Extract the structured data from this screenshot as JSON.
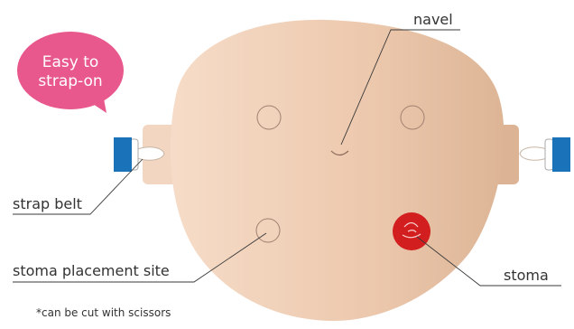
{
  "bubble": {
    "line1": "Easy to",
    "line2": "strap-on"
  },
  "labels": {
    "navel": "navel",
    "strap_belt": "strap belt",
    "stoma_placement_site": "stoma placement site",
    "stoma": "stoma"
  },
  "footnote": "*can be cut with scissors",
  "colors": {
    "body_left": "#f6dcc8",
    "body_right": "#ddb596",
    "bubble": "#e8588d",
    "strap_blue": "#1a73b8",
    "stoma_red": "#d21e1e",
    "line": "#3a3a3a",
    "text": "#333333"
  }
}
